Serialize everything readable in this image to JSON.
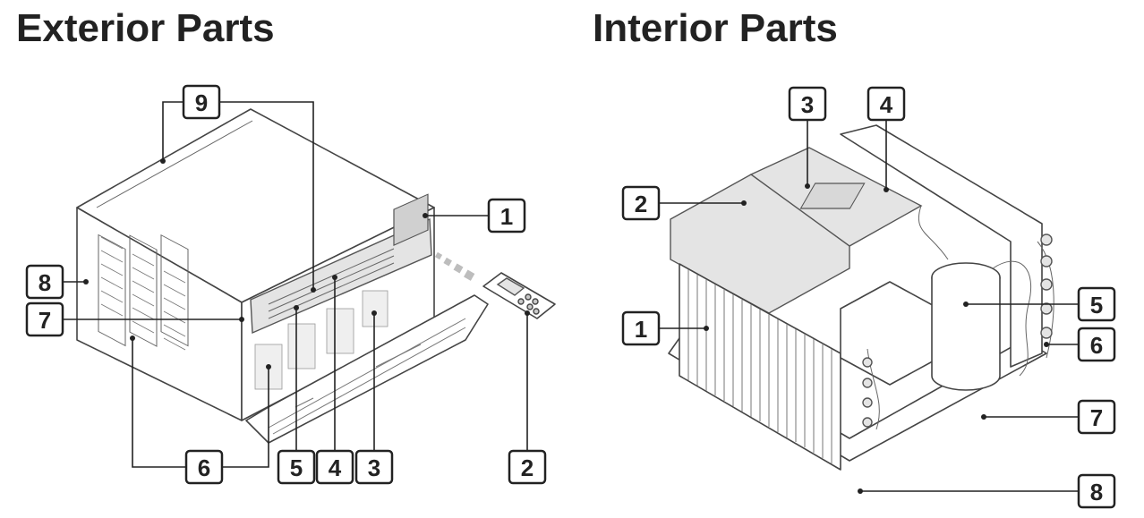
{
  "exterior": {
    "title": "Exterior Parts",
    "callouts": [
      "9",
      "1",
      "8",
      "7",
      "6",
      "5",
      "4",
      "3",
      "2"
    ]
  },
  "interior": {
    "title": "Interior Parts",
    "callouts": [
      "3",
      "4",
      "2",
      "1",
      "5",
      "6",
      "7",
      "8"
    ]
  }
}
